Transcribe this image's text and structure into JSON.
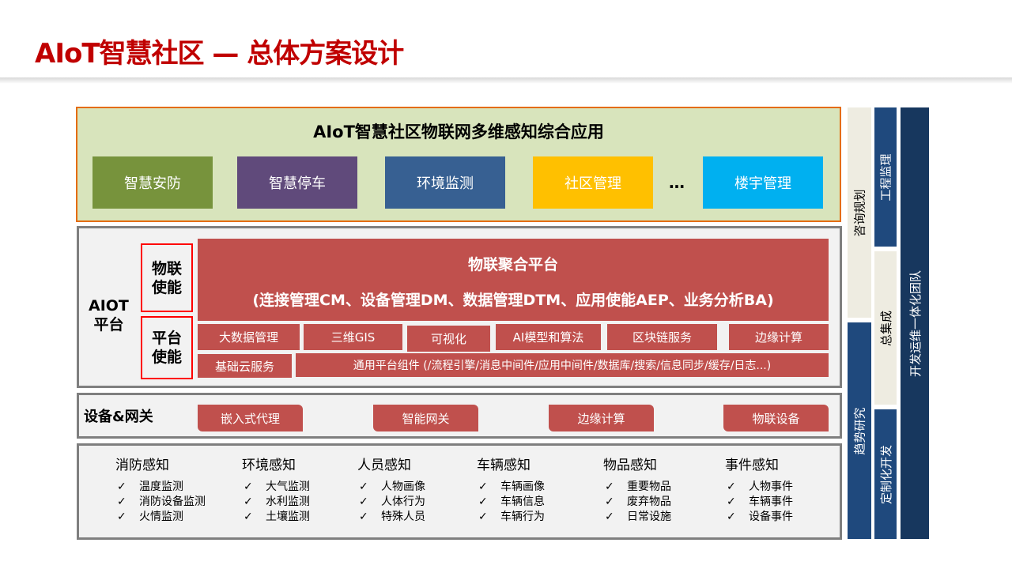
{
  "title": "AIoT智慧社区 — 总体方案设计",
  "app_layer": {
    "title": "AIoT智慧社区物联网多维感知综合应用",
    "apps": [
      "智慧安防",
      "智慧停车",
      "环境监测",
      "社区管理",
      "楼宇管理"
    ],
    "ellipsis": "…",
    "colors": [
      "#77933c",
      "#604a7b",
      "#376092",
      "#ffc000",
      "#00b0f0"
    ]
  },
  "platform": {
    "label": "AIOT\n平台",
    "iot_enable": "物联\n使能",
    "platform_enable": "平台\n使能",
    "aggregate_title": "物联聚合平台",
    "aggregate_sub": "(连接管理CM、设备管理DM、数据管理DTM、应用使能AEP、业务分析BA)",
    "services": [
      "大数据管理",
      "三维GIS",
      "可视化",
      "AI模型和算法",
      "区块链服务",
      "边缘计算"
    ],
    "cloud": "基础云服务",
    "common": "通用平台组件 (/流程引擎/消息中间件/应用中间件/数据库/搜索/信息同步/缓存/日志...)"
  },
  "devices": {
    "label": "设备&网关",
    "items": [
      "嵌入式代理",
      "智能网关",
      "边缘计算",
      "物联设备"
    ]
  },
  "sensing": [
    {
      "title": "消防感知",
      "items": [
        "温度监测",
        "消防设备监测",
        "火情监测"
      ]
    },
    {
      "title": "环境感知",
      "items": [
        "大气监测",
        "水利监测",
        "土壤监测"
      ]
    },
    {
      "title": "人员感知",
      "items": [
        "人物画像",
        "人体行为",
        "特殊人员"
      ]
    },
    {
      "title": "车辆感知",
      "items": [
        "车辆画像",
        "车辆信息",
        "车辆行为"
      ]
    },
    {
      "title": "物品感知",
      "items": [
        "重要物品",
        "废弃物品",
        "日常设施"
      ]
    },
    {
      "title": "事件感知",
      "items": [
        "人物事件",
        "车辆事件",
        "设备事件"
      ]
    }
  ],
  "check": "✓",
  "side": {
    "consult": "咨询规划",
    "trend": "趋势研究",
    "supervise": "工程监理",
    "integrate": "总集成",
    "custom": "定制化开发",
    "team": "开发运维一体化团队"
  }
}
